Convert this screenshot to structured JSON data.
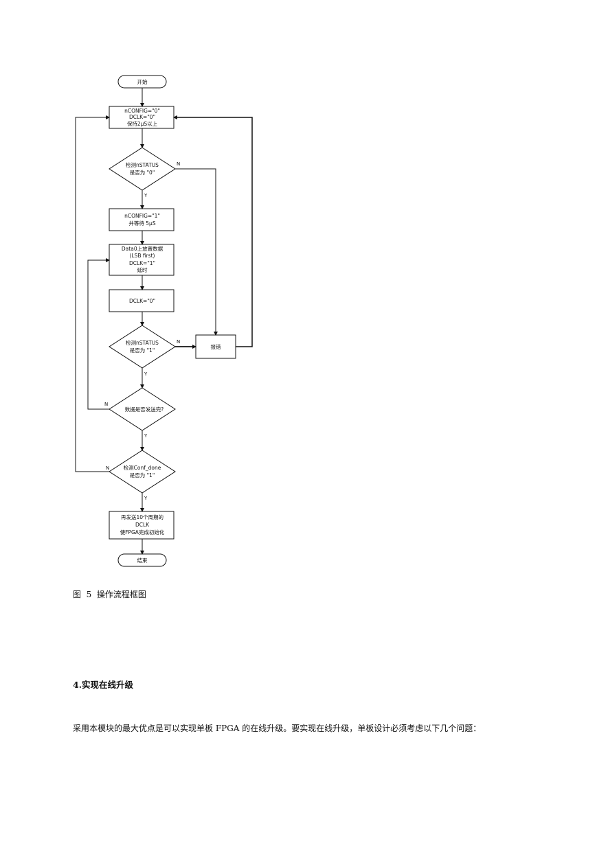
{
  "flowchart": {
    "start": "开始",
    "step_init": [
      "nCONFIG=\"0\"",
      "DCLK=\"0\"",
      "保持2μS以上"
    ],
    "check_status_0": [
      "检测nSTATUS",
      "是否为 \"0\""
    ],
    "step_config_1": [
      "nCONFIG=\"1\"",
      "并等待 5μS"
    ],
    "step_send_data": [
      "Data0上放置数据",
      "(LSB first)",
      "DCLK=\"1\"",
      "延时"
    ],
    "step_dclk_0": [
      "DCLK=\"0\""
    ],
    "check_status_1": [
      "检测nSTATUS",
      "是否为 \"1\""
    ],
    "error": "报错",
    "check_data_done": "数据是否发送完?",
    "check_conf_done": [
      "检测Conf_done",
      "是否为 \"1\""
    ],
    "step_extra_clk": [
      "再发送10个周期的",
      "DCLK",
      "使FPGA完成初始化"
    ],
    "end": "结束",
    "yes_label": "Y",
    "no_label": "N"
  },
  "caption": "图  5  操作流程框图",
  "section_heading": "4.实现在线升级",
  "paragraph": "采用本模块的最大优点是可以实现单板 FPGA 的在线升级。要实现在线升级，单板设计必须考虑以下几个问题："
}
